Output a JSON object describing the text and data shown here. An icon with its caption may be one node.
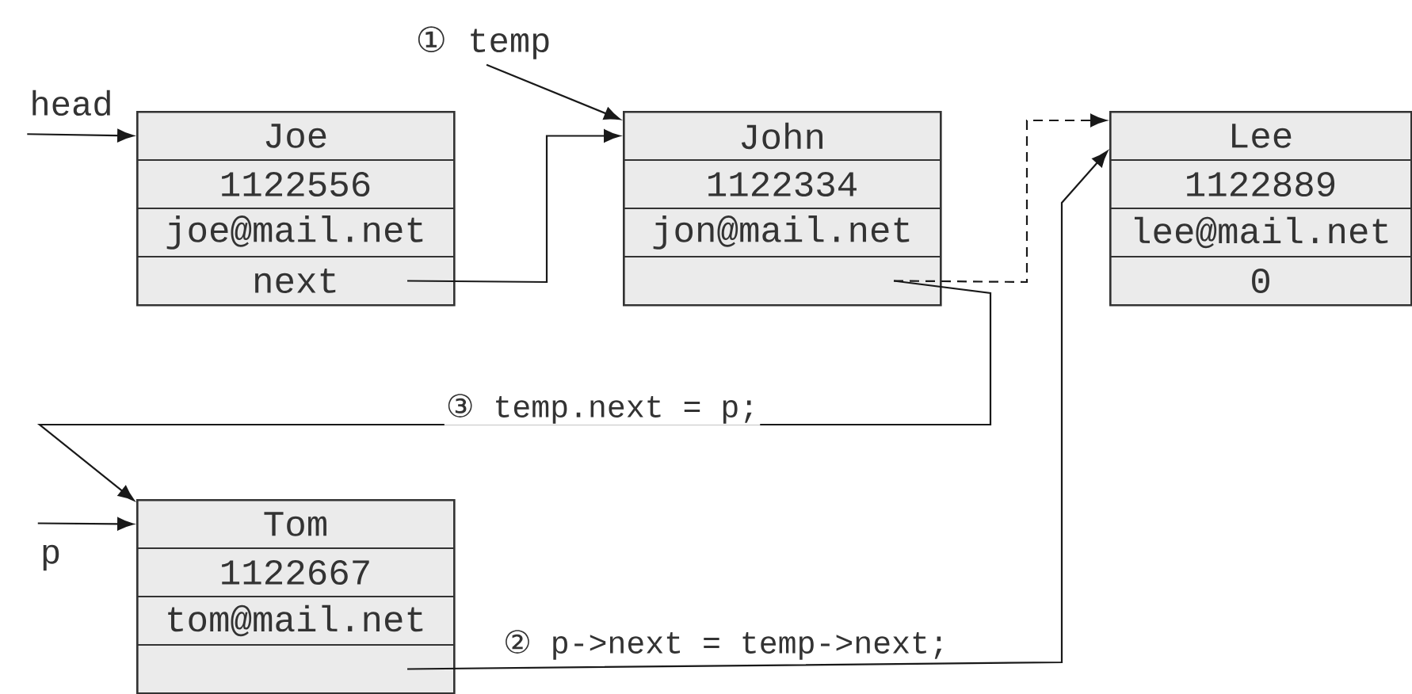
{
  "diagram": {
    "nodes": [
      {
        "text": [
          "head"
        ]
      },
      {
        "text": [],
        "shape": "box"
      },
      {
        "text": [
          "Joe"
        ],
        "in": 1
      },
      {
        "text": [
          "1122556"
        ],
        "in": 1
      },
      {
        "text": [
          "joe@mail.net"
        ],
        "in": 1
      },
      {
        "text": [
          "next"
        ],
        "in": 1
      },
      {
        "text": [
          "① temp"
        ]
      },
      {
        "text": [],
        "shape": "box"
      },
      {
        "text": [
          "John"
        ],
        "in": 7
      },
      {
        "text": [
          "1122334"
        ],
        "in": 7
      },
      {
        "text": [
          "jon@mail.net"
        ],
        "in": 7
      },
      {
        "text": [],
        "shape": "box",
        "in": 7
      },
      {
        "text": [],
        "shape": "box"
      },
      {
        "text": [
          "Lee"
        ],
        "in": 12
      },
      {
        "text": [
          "1122889"
        ],
        "in": 12
      },
      {
        "text": [
          "lee@mail.net"
        ],
        "in": 12
      },
      {
        "text": [
          "0"
        ],
        "in": 12
      },
      {
        "text": [
          "p"
        ]
      },
      {
        "text": [],
        "shape": "box"
      },
      {
        "text": [
          "Tom"
        ],
        "in": 18
      },
      {
        "text": [
          "1122667"
        ],
        "in": 18
      },
      {
        "text": [
          "tom@mail.net"
        ],
        "in": 18
      },
      {
        "text": [],
        "shape": "box",
        "in": 18
      }
    ],
    "edges": [
      {
        "from": 0,
        "to": 1,
        "arrow": "to"
      },
      {
        "from": 5,
        "to": 7,
        "arrow": "to"
      },
      {
        "from": 6,
        "to": 7,
        "arrow": "to"
      },
      {
        "from": 11,
        "to": 12,
        "arrow": "to",
        "style": "dashed"
      },
      {
        "from": 11,
        "to": 18,
        "arrow": "to",
        "label": "③ temp.next = p;"
      },
      {
        "from": 22,
        "to": 12,
        "arrow": "to",
        "label": "② p->next = temp->next;"
      },
      {
        "from": 17,
        "to": 18,
        "arrow": "to"
      }
    ]
  }
}
